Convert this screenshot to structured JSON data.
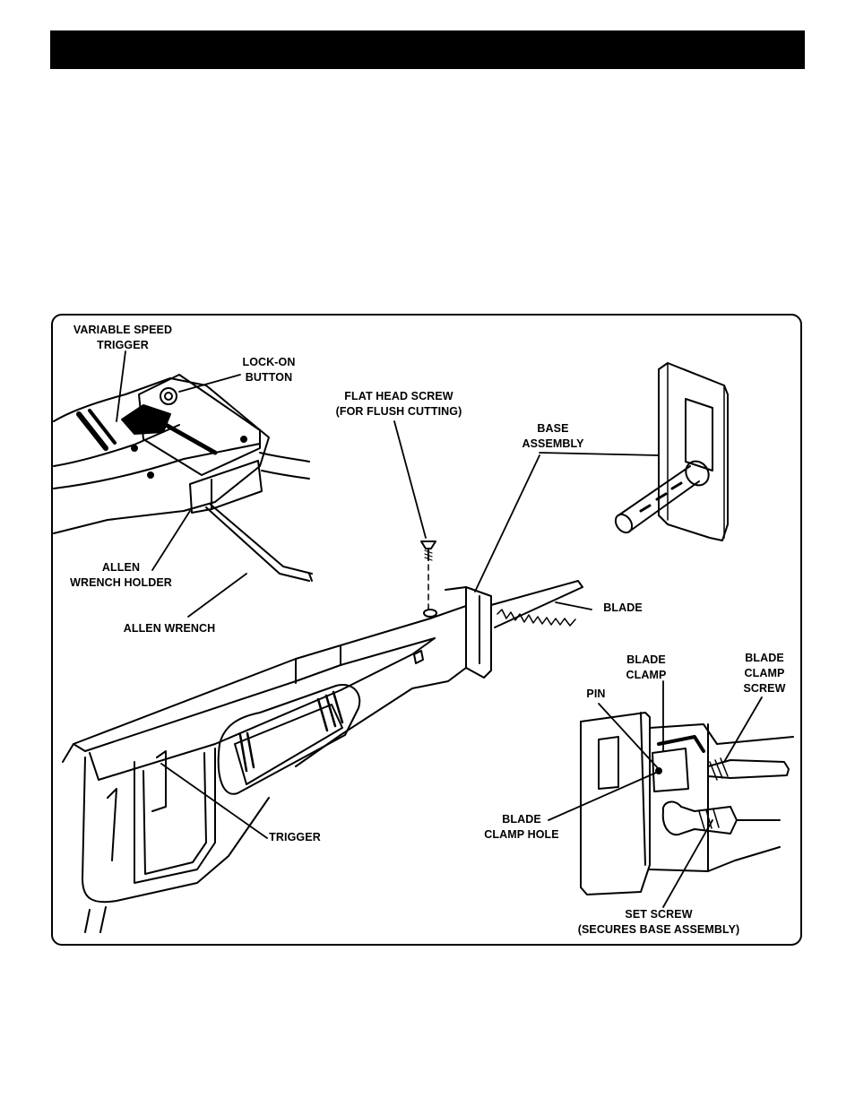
{
  "labels": {
    "variable_speed_trigger": [
      "VARIABLE SPEED",
      "TRIGGER"
    ],
    "lock_on_button": [
      "LOCK-ON",
      "BUTTON"
    ],
    "flat_head_screw": [
      "FLAT HEAD SCREW",
      "(FOR FLUSH CUTTING)"
    ],
    "base_assembly": [
      "BASE",
      "ASSEMBLY"
    ],
    "allen_wrench_holder": [
      "ALLEN",
      "WRENCH HOLDER"
    ],
    "allen_wrench": "ALLEN WRENCH",
    "blade": "BLADE",
    "blade_clamp": [
      "BLADE",
      "CLAMP"
    ],
    "blade_clamp_screw": [
      "BLADE",
      "CLAMP",
      "SCREW"
    ],
    "pin": "PIN",
    "blade_clamp_hole": [
      "BLADE",
      "CLAMP HOLE"
    ],
    "trigger": "TRIGGER",
    "set_screw": [
      "SET SCREW",
      "(SECURES BASE ASSEMBLY)"
    ]
  }
}
